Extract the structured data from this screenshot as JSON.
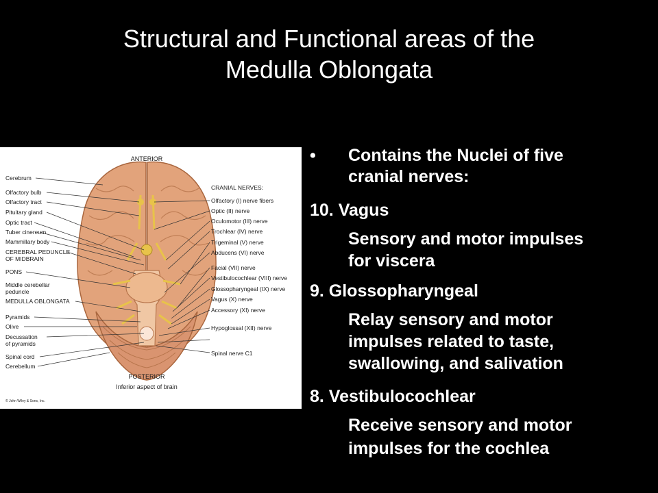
{
  "slide": {
    "title_line1": "Structural and Functional areas of the",
    "title_line2": "Medulla Oblongata",
    "bullet_symbol": "•",
    "bullet_line1": "Contains the Nuclei of five",
    "bullet_line2": "cranial nerves:",
    "item1_heading": "10.  Vagus",
    "item1_desc_line1": "Sensory and motor impulses",
    "item1_desc_line2": "for viscera",
    "item2_heading": "9.   Glossopharyngeal",
    "item2_desc_line1": "Relay sensory and motor",
    "item2_desc_line2": "impulses related to taste,",
    "item2_desc_line3": "swallowing, and salivation",
    "item3_heading": "8.   Vestibulocochlear",
    "item3_desc_line1": "Receive sensory and motor",
    "item3_desc_line2": "impulses for the cochlea"
  },
  "figure": {
    "top_label": "ANTERIOR",
    "bottom_label": "POSTERIOR",
    "caption": "Inferior aspect of brain",
    "copyright": "© John Wiley & Sons, Inc.",
    "cranial_header": "CRANIAL NERVES:",
    "left_labels": [
      "Cerebrum",
      "Olfactory bulb",
      "Olfactory tract",
      "Pituitary gland",
      "Optic tract",
      "Tuber cinereum",
      "Mammillary body",
      "CEREBRAL PEDUNCLE",
      "OF MIDBRAIN",
      "PONS",
      "Middle cerebellar",
      "peduncle",
      "MEDULLA OBLONGATA",
      "Pyramids",
      "Olive",
      "Decussation",
      "of pyramids",
      "Spinal cord",
      "Cerebellum"
    ],
    "right_labels": [
      "Olfactory (I) nerve fibers",
      "Optic (II) nerve",
      "Oculomotor (III) nerve",
      "Trochlear (IV) nerve",
      "Trigeminal (V) nerve",
      "Abducens (VI) nerve",
      "Facial (VII) nerve",
      "Vestibulocochlear (VIII) nerve",
      "Glossopharyngeal (IX) nerve",
      "Vagus (X) nerve",
      "Accessory (XI) nerve",
      "Hypoglossal (XII) nerve",
      "Spinal nerve C1"
    ],
    "colors": {
      "brain": "#e2a37b",
      "brain_shadow": "#c27e55",
      "nerve": "#e8c34a",
      "stem": "#f0c7a4"
    }
  }
}
